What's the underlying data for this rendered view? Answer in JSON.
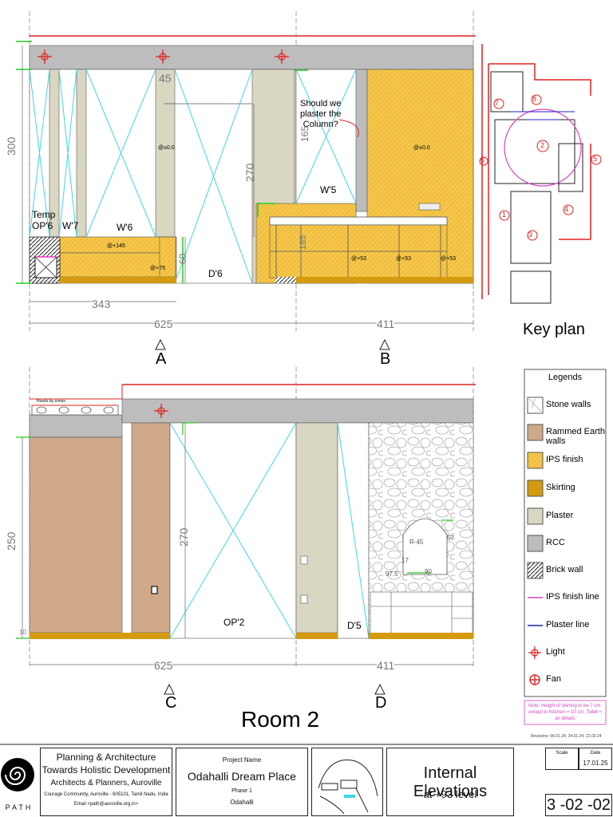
{
  "elevation_top": {
    "labels": {
      "temp_op": "Temp\nOP'6",
      "w7": "W'7",
      "w6": "W'6",
      "w5": "W'5",
      "d6": "D'6",
      "note": "Should we\nplaster the\nColumn?",
      "lvl_p20": "@±0.0",
      "lvl_p20b": "@±0.0",
      "lvl_145": "@+145",
      "lvl_75": "@+75",
      "lvl_53a": "@+53",
      "lvl_53b": "@+53",
      "lvl_53c": "@+53"
    },
    "dims": {
      "d45": "45",
      "d300": "300",
      "d270": "270",
      "d165": "165",
      "d60": "60",
      "d185": "185",
      "d343": "343",
      "d625": "625",
      "d411": "411"
    },
    "markers": {
      "a": "A",
      "b": "B"
    }
  },
  "elevation_bottom": {
    "labels": {
      "hoods": "Hoods by zones",
      "op2": "OP'2",
      "d5": "D'5",
      "r45": "R-45",
      "d57": "57",
      "d90": "90",
      "d975": "97.5",
      "d17": "17"
    },
    "dims": {
      "d250": "250",
      "d270": "270",
      "d10": "10",
      "d625": "625",
      "d411": "411"
    },
    "markers": {
      "c": "C",
      "d": "D"
    }
  },
  "sheet_title": "Room 2",
  "key_plan": {
    "title": "Key plan",
    "rooms": [
      "1",
      "2",
      "3",
      "4",
      "5",
      "6",
      "7",
      "8"
    ]
  },
  "legend": {
    "title": "Legends",
    "items": [
      {
        "label": "Stone walls",
        "swatch": "#ffffff"
      },
      {
        "label": "Rammed Earth walls",
        "swatch": "#cfa98a"
      },
      {
        "label": "IPS finish",
        "swatch": "#f5c64a"
      },
      {
        "label": "Skirting",
        "swatch": "#d49a10"
      },
      {
        "label": "Plaster",
        "swatch": "#d9d6c2"
      },
      {
        "label": "RCC",
        "swatch": "#bdbdbd"
      },
      {
        "label": "Brick wall",
        "swatch": "hatch"
      },
      {
        "label": "IPS finish line",
        "swatch": "line-pink"
      },
      {
        "label": "Plaster line",
        "swatch": "line-blue"
      },
      {
        "label": "Light",
        "swatch": "light"
      },
      {
        "label": "Fan",
        "swatch": "fan"
      }
    ],
    "note": "Note: Height of skirting to be 7 cm. except in Kitchen = 10 cm, Toilet = as details"
  },
  "revisions": "Revisions: 06.01.24, 24.01.24, 22.02.24",
  "title_block": {
    "org_line1": "Planning & Architecture",
    "org_line2": "Towards Holistic Development",
    "org_line3": "Architects & Planners, Auroville",
    "org_addr": "Courage Community, Auroville - 605101, Tamil Nadu, India",
    "org_email": "Email <path@auroville.org.in>",
    "logo_text": "PATH",
    "project_label": "Project Name",
    "project_name": "Odahalli Dream Place",
    "phase": "Phase 1",
    "location": "Odahalli",
    "drawing_title": "Internal Elevations",
    "drawing_sub": "at +93 level",
    "scale_label": "Scale",
    "date_label": "Date",
    "date_value": "17.01.25",
    "sheet_no": "3 -02 -02"
  },
  "colors": {
    "ips": "#f5c64a",
    "skirting": "#d49a10",
    "plaster": "#d9d6c2",
    "rcc": "#bdbdbd",
    "rammed": "#cfa98a",
    "cyan": "#3fd6e6",
    "red": "#e02020",
    "green": "#22cc22"
  }
}
